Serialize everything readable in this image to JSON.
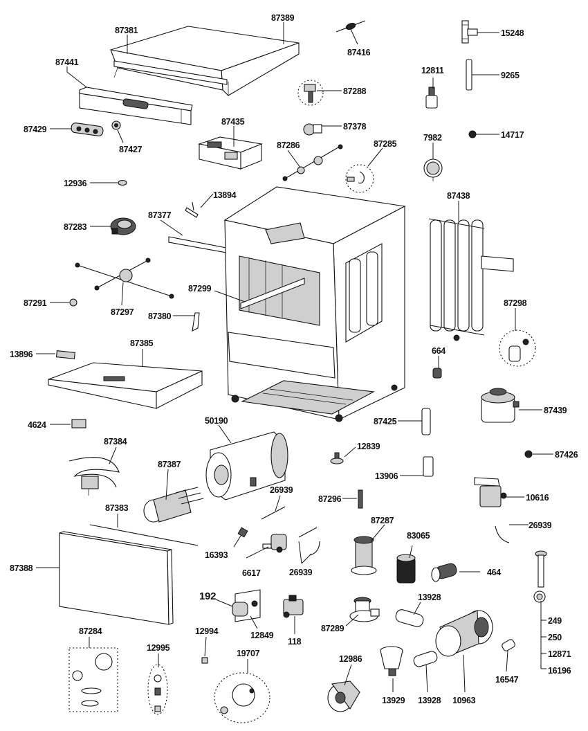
{
  "labels": [
    {
      "id": "87381",
      "text": "87381"
    },
    {
      "id": "87389",
      "text": "87389"
    },
    {
      "id": "87416",
      "text": "87416"
    },
    {
      "id": "15248",
      "text": "15248"
    },
    {
      "id": "87441",
      "text": "87441"
    },
    {
      "id": "12811",
      "text": "12811"
    },
    {
      "id": "9265",
      "text": "9265"
    },
    {
      "id": "87288",
      "text": "87288"
    },
    {
      "id": "87429",
      "text": "87429"
    },
    {
      "id": "87427",
      "text": "87427"
    },
    {
      "id": "87435",
      "text": "87435"
    },
    {
      "id": "87378",
      "text": "87378"
    },
    {
      "id": "7982",
      "text": "7982"
    },
    {
      "id": "14717",
      "text": "14717"
    },
    {
      "id": "87286",
      "text": "87286"
    },
    {
      "id": "87285",
      "text": "87285"
    },
    {
      "id": "12936",
      "text": "12936"
    },
    {
      "id": "13894",
      "text": "13894"
    },
    {
      "id": "87438",
      "text": "87438"
    },
    {
      "id": "87283",
      "text": "87283"
    },
    {
      "id": "87377",
      "text": "87377"
    },
    {
      "id": "87299",
      "text": "87299"
    },
    {
      "id": "87291",
      "text": "87291"
    },
    {
      "id": "87297",
      "text": "87297"
    },
    {
      "id": "87380",
      "text": "87380"
    },
    {
      "id": "87298",
      "text": "87298"
    },
    {
      "id": "13896",
      "text": "13896"
    },
    {
      "id": "87385",
      "text": "87385"
    },
    {
      "id": "664",
      "text": "664"
    },
    {
      "id": "4624",
      "text": "4624"
    },
    {
      "id": "50190",
      "text": "50190"
    },
    {
      "id": "87425",
      "text": "87425"
    },
    {
      "id": "87439",
      "text": "87439"
    },
    {
      "id": "87384",
      "text": "87384"
    },
    {
      "id": "12839",
      "text": "12839"
    },
    {
      "id": "87426",
      "text": "87426"
    },
    {
      "id": "87387",
      "text": "87387"
    },
    {
      "id": "13906",
      "text": "13906"
    },
    {
      "id": "10616",
      "text": "10616"
    },
    {
      "id": "26939a",
      "text": "26939"
    },
    {
      "id": "87296",
      "text": "87296"
    },
    {
      "id": "87383",
      "text": "87383"
    },
    {
      "id": "87287",
      "text": "87287"
    },
    {
      "id": "26939b",
      "text": "26939"
    },
    {
      "id": "83065",
      "text": "83065"
    },
    {
      "id": "16393",
      "text": "16393"
    },
    {
      "id": "87388",
      "text": "87388"
    },
    {
      "id": "6617",
      "text": "6617"
    },
    {
      "id": "26939c",
      "text": "26939"
    },
    {
      "id": "464",
      "text": "464"
    },
    {
      "id": "192",
      "text": "192"
    },
    {
      "id": "13928a",
      "text": "13928"
    },
    {
      "id": "12849",
      "text": "12849"
    },
    {
      "id": "118",
      "text": "118"
    },
    {
      "id": "87289",
      "text": "87289"
    },
    {
      "id": "249",
      "text": "249"
    },
    {
      "id": "250",
      "text": "250"
    },
    {
      "id": "87284",
      "text": "87284"
    },
    {
      "id": "12994",
      "text": "12994"
    },
    {
      "id": "12995",
      "text": "12995"
    },
    {
      "id": "19707",
      "text": "19707"
    },
    {
      "id": "12986",
      "text": "12986"
    },
    {
      "id": "12871",
      "text": "12871"
    },
    {
      "id": "16196",
      "text": "16196"
    },
    {
      "id": "16547",
      "text": "16547"
    },
    {
      "id": "13929",
      "text": "13929"
    },
    {
      "id": "13928b",
      "text": "13928"
    },
    {
      "id": "10963",
      "text": "10963"
    }
  ]
}
